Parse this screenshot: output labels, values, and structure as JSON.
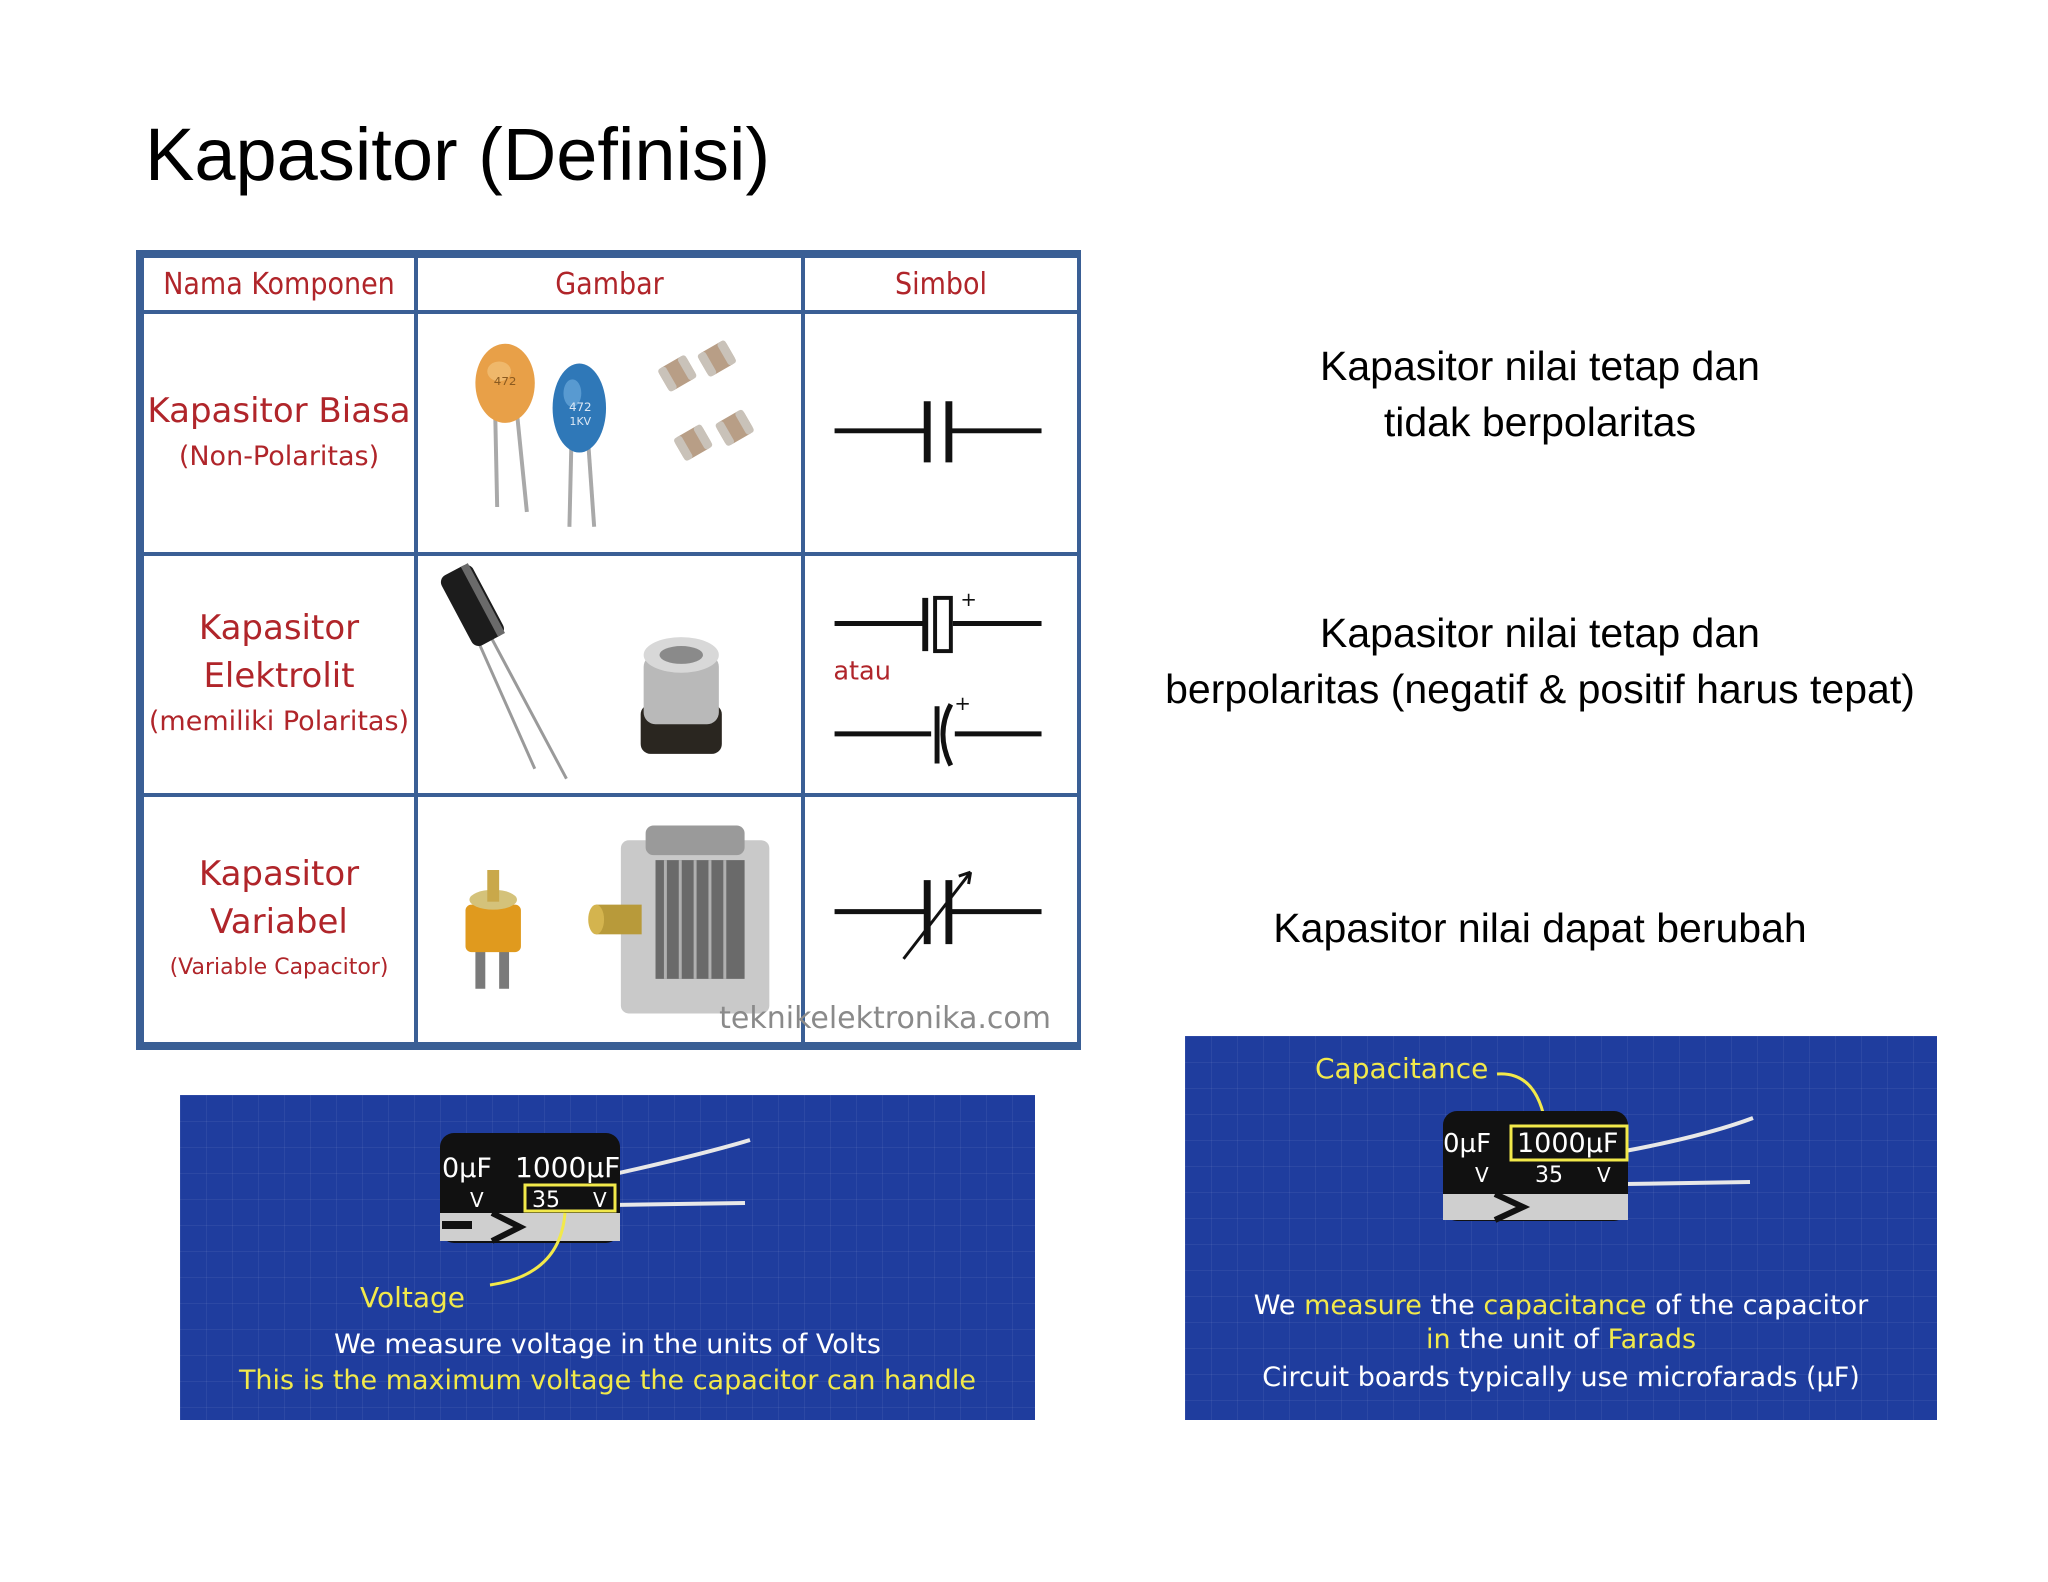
{
  "slide": {
    "title": "Kapasitor (Definisi)"
  },
  "table": {
    "headers": [
      "Nama Komponen",
      "Gambar",
      "Simbol"
    ],
    "rows": [
      {
        "name": "Kapasitor Biasa",
        "name2": "",
        "sub": "(Non-Polaritas)",
        "images": [
          "ceramic-capacitor-orange",
          "ceramic-capacitor-blue",
          "smd-capacitors"
        ]
      },
      {
        "name": "Kapasitor",
        "name2": "Elektrolit",
        "sub": "(memiliki Polaritas)",
        "images": [
          "electrolytic-capacitor-radial",
          "electrolytic-capacitor-smd"
        ],
        "symbol_text": "atau"
      },
      {
        "name": "Kapasitor",
        "name2": "Variabel",
        "sub": "(Variable Capacitor)",
        "images": [
          "trimmer-capacitor",
          "tuning-capacitor"
        ]
      }
    ],
    "cap_labels": {
      "orange": "472",
      "blue": "472",
      "blue2": "1KV"
    },
    "watermark": "teknikelektronika.com"
  },
  "descriptions": [
    {
      "line1": "Kapasitor nilai tetap dan",
      "line2": "tidak berpolaritas"
    },
    {
      "line1": "Kapasitor nilai tetap dan",
      "line2": "berpolaritas (negatif & positif harus tepat)"
    },
    {
      "line1": "Kapasitor nilai dapat berubah",
      "line2": ""
    }
  ],
  "panel_voltage": {
    "cap_left": "0µF",
    "cap_value": "1000µF",
    "cap_v": "V",
    "cap_voltage": "35",
    "cap_v2": "V",
    "label": "Voltage",
    "line1": "We measure voltage in the units of Volts",
    "line2": "This is the maximum voltage the capacitor can handle"
  },
  "panel_capacitance": {
    "label": "Capacitance",
    "cap_left": "0µF",
    "cap_value": "1000µF",
    "cap_v": "V",
    "cap_voltage": "35",
    "cap_v2": "V",
    "line1_a": "We ",
    "line1_b": "measure",
    "line1_c": " the ",
    "line1_d": "capacitance",
    "line1_e": " of the capacitor",
    "line2_a": "in",
    "line2_b": " the unit of ",
    "line2_c": "Farads",
    "line3": "Circuit boards typically use microfarads (µF)"
  },
  "colors": {
    "table_border": "#3a5f95",
    "table_text": "#b0252a",
    "panel_bg": "#1f3d9e",
    "highlight": "#f2e94a"
  }
}
